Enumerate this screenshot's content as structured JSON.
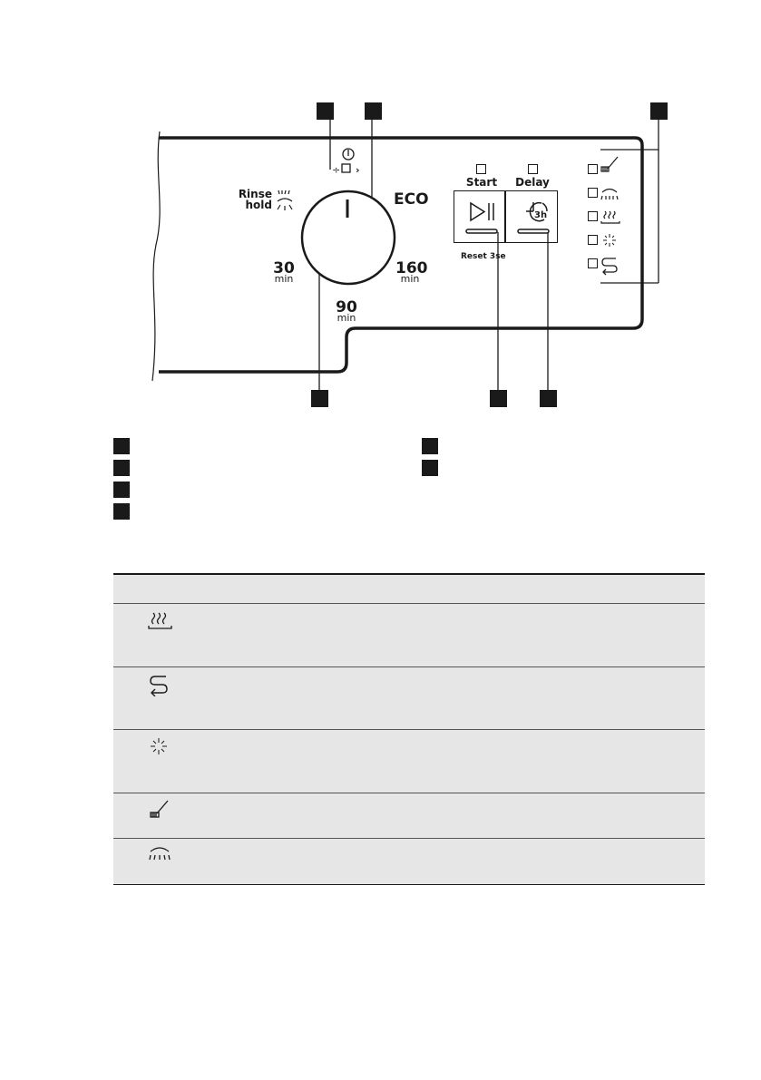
{
  "panel": {
    "dial_labels": {
      "rinse": "Rinse",
      "hold": "hold",
      "eco": "ECO",
      "t30": "30",
      "t160": "160",
      "t90": "90",
      "min": "min"
    },
    "buttons": {
      "start_label": "Start",
      "delay_label": "Delay",
      "delay_icon_text": "3h",
      "reset_text": "Reset 3se"
    },
    "indicator_icons": [
      "rinse-aid-icon",
      "spray-arm-icon",
      "drying-icon",
      "salt-icon",
      "machinecare-icon"
    ]
  },
  "callouts": {
    "count": 6
  },
  "legend": {
    "left_rows": 4,
    "right_rows": 2
  },
  "table": {
    "rows": [
      {
        "icon": "drying-icon"
      },
      {
        "icon": "machinecare-icon"
      },
      {
        "icon": "salt-icon"
      },
      {
        "icon": "rinse-aid-icon"
      },
      {
        "icon": "spray-arm-icon"
      }
    ]
  },
  "colors": {
    "ink": "#1a1a1a",
    "table_fill": "#e6e6e6"
  }
}
